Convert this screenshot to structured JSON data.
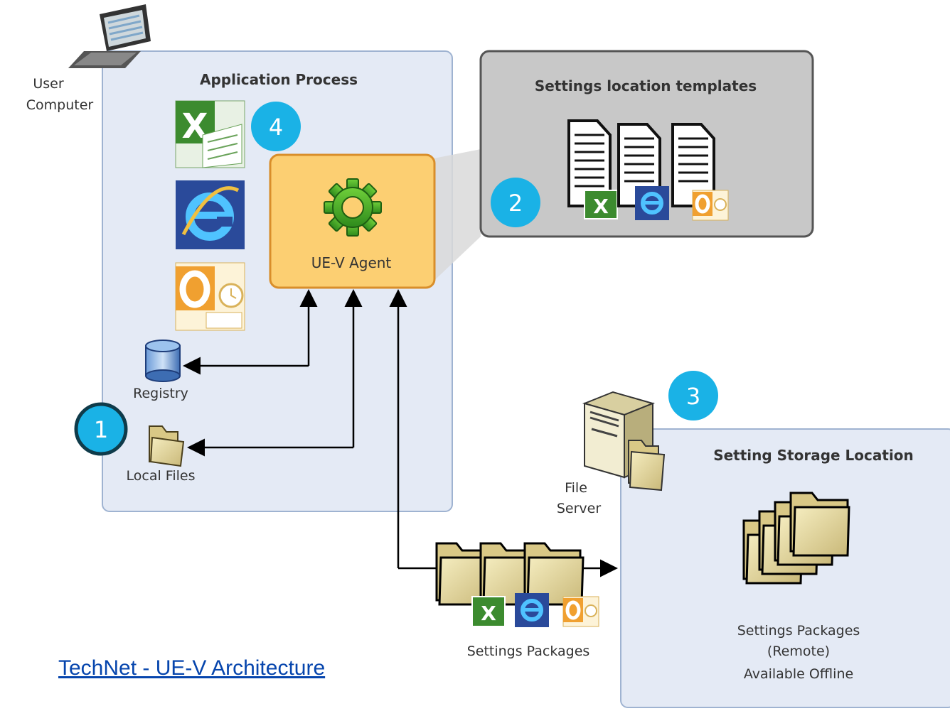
{
  "labels": {
    "user_computer_1": "User",
    "user_computer_2": "Computer",
    "app_process_title": "Application Process",
    "agent": "UE-V Agent",
    "registry": "Registry",
    "local_files": "Local Files",
    "templates_title": "Settings location templates",
    "file_server_1": "File",
    "file_server_2": "Server",
    "storage_title": "Setting Storage Location",
    "settings_packages": "Settings Packages",
    "remote_1": "Settings Packages",
    "remote_2": "(Remote)",
    "remote_3": "Available Offline"
  },
  "badges": [
    "1",
    "2",
    "3",
    "4"
  ],
  "link": {
    "text": "TechNet - UE-V Architecture"
  },
  "colors": {
    "badge": "#1ab2e6",
    "panel_blue": "#e4eaf5",
    "agent_orange": "#fccf72",
    "template_gray": "#c8c8c8",
    "link": "#0645ad"
  }
}
